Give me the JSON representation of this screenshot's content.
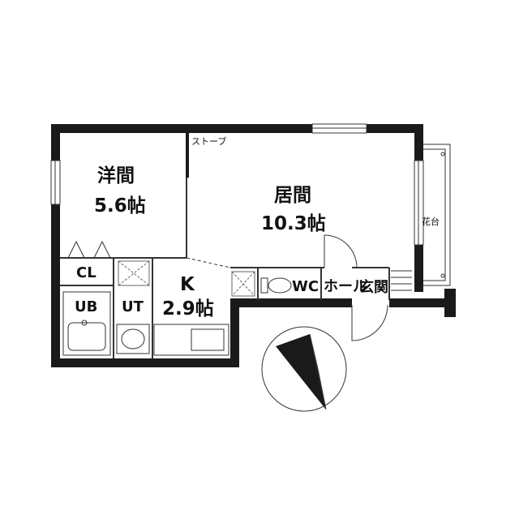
{
  "rooms": {
    "western": {
      "name": "洋間",
      "size": "5.6帖"
    },
    "living": {
      "name": "居間",
      "size": "10.3帖"
    },
    "kitchen": {
      "name": "K",
      "size": "2.9帖"
    },
    "closet": {
      "name": "CL"
    },
    "bath": {
      "name": "UB"
    },
    "utility": {
      "name": "UT"
    },
    "toilet": {
      "name": "WC"
    },
    "hall": {
      "name": "ホール"
    },
    "entrance": {
      "name": "玄関"
    }
  },
  "fixtures": {
    "stove": "ストーブ",
    "flower_stand": "花台"
  },
  "icons": [
    "north-arrow-icon",
    "toilet-icon",
    "washbasin-icon",
    "bathtub-icon"
  ],
  "colors": {
    "wall": "#1a1a1a",
    "line": "#333333",
    "background": "#ffffff"
  }
}
